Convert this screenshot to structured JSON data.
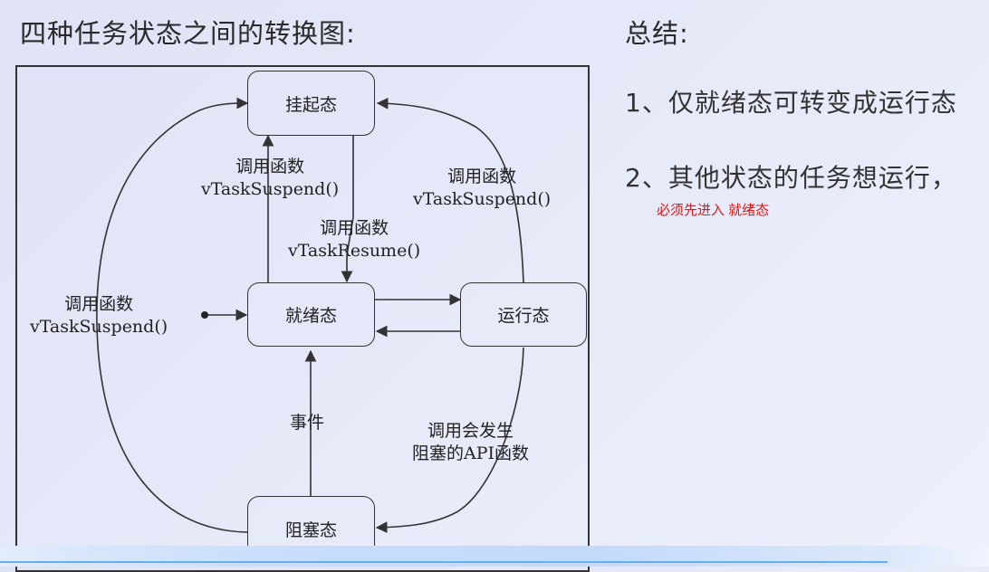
{
  "slide": {
    "title": "四种任务状态之间的转换图:",
    "summary_title": "总结:",
    "points": [
      "1、仅就绪态可转变成运行态",
      "2、其他状态的任务想运行，"
    ],
    "note": "必须先进入 就绪态"
  },
  "diagram": {
    "states": {
      "suspended": "挂起态",
      "ready": "就绪态",
      "running": "运行态",
      "blocked": "阻塞态"
    },
    "labels": {
      "ready_to_suspend": [
        "调用函数",
        "vTaskSuspend()"
      ],
      "running_to_suspend": [
        "调用函数",
        "vTaskSuspend()"
      ],
      "suspend_to_ready": [
        "调用函数",
        "vTaskResume()"
      ],
      "blocked_to_suspend": [
        "调用函数",
        "vTaskSuspend()"
      ],
      "blocked_to_ready": "事件",
      "running_to_blocked": [
        "调用会发生",
        "阻塞的API函数"
      ]
    },
    "colors": {
      "line": "#333333",
      "note": "#e01818"
    }
  }
}
